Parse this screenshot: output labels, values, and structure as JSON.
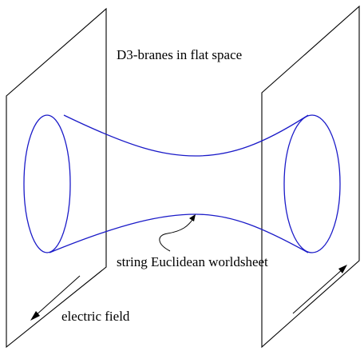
{
  "diagram": {
    "title": "D3-branes in flat space",
    "worldsheet_label": "string Euclidean worldsheet",
    "field_label": "electric field"
  },
  "colors": {
    "brane_stroke": "#000000",
    "worldsheet_stroke": "#1a1ac8",
    "text": "#000000"
  }
}
